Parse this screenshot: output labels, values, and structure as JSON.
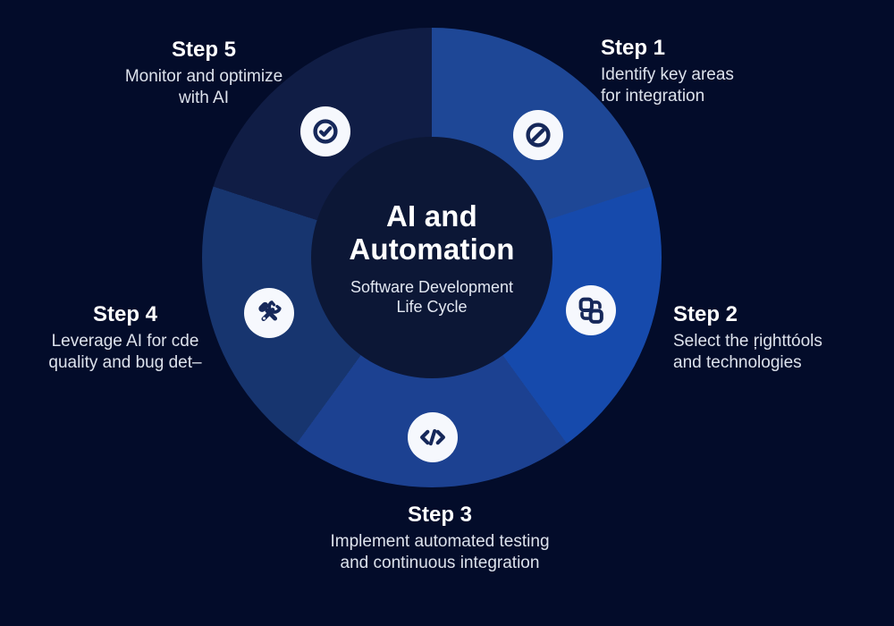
{
  "center": {
    "title_line1": "AI and",
    "title_line2": "Automation",
    "subtitle_line1": "Software Development",
    "subtitle_line2": "Life Cycle"
  },
  "steps": [
    {
      "label": "Step 1",
      "desc": [
        "Identify key areas",
        "for integration"
      ],
      "icon": "edit-circle-icon",
      "color": "#1E4796"
    },
    {
      "label": "Step 2",
      "desc": [
        "Select the ŗighttóols",
        "and technologies"
      ],
      "icon": "integration-blocks-icon",
      "color": "#164AAC"
    },
    {
      "label": "Step 3",
      "desc": [
        "Implement automated testing",
        "and continuous integration"
      ],
      "icon": "code-icon",
      "color": "#1C4191"
    },
    {
      "label": "Step 4",
      "desc": [
        "Leverage AI for cde",
        "quality and bug det–"
      ],
      "icon": "tools-icon",
      "color": "#17356F"
    },
    {
      "label": "Step 5",
      "desc": [
        "Monitor and optimize",
        "with AI"
      ],
      "icon": "check-circle-icon",
      "color": "#101D45"
    }
  ],
  "colors": {
    "background": "#030C2A",
    "hole": "#0C1736",
    "icon_bg": "#F6F8FD",
    "icon_glyph": "#16285A",
    "heading_text": "#FFFFFF",
    "desc_text": "#DDE2EC"
  },
  "segment_angle_deg": 72
}
